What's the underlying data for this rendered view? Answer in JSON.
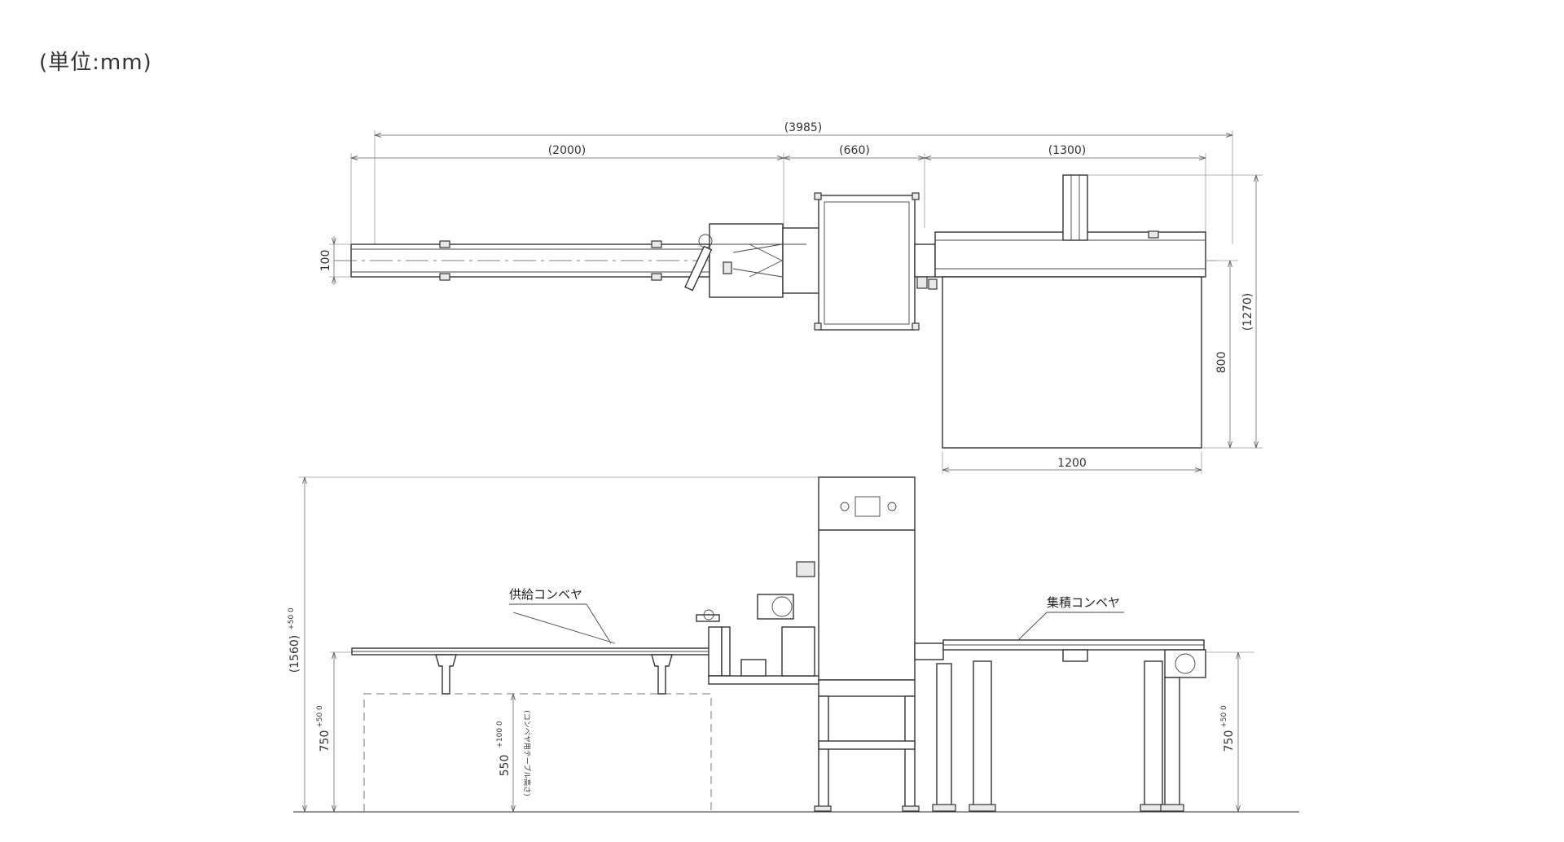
{
  "unit_note": "(単位:mm)",
  "top_view": {
    "dim_total": "(3985)",
    "dim_supply": "(2000)",
    "dim_middle": "(660)",
    "dim_collect": "(1300)",
    "dim_width_conveyor": "100",
    "dim_depth_total": "(1270)",
    "dim_depth_table": "800",
    "dim_table_length": "1200"
  },
  "side_view": {
    "dim_height_total": "(1560)",
    "dim_height_total_tol": "+50\n0",
    "dim_height_left": "750",
    "dim_height_left_tol": "+50\n0",
    "dim_table_height": "550",
    "dim_table_height_tol": "+100\n0",
    "table_note": "(コンベヤ用テーブル高さ)",
    "dim_height_right": "750",
    "dim_height_right_tol": "+50\n0",
    "label_supply": "供給コンベヤ",
    "label_collect": "集積コンベヤ"
  }
}
